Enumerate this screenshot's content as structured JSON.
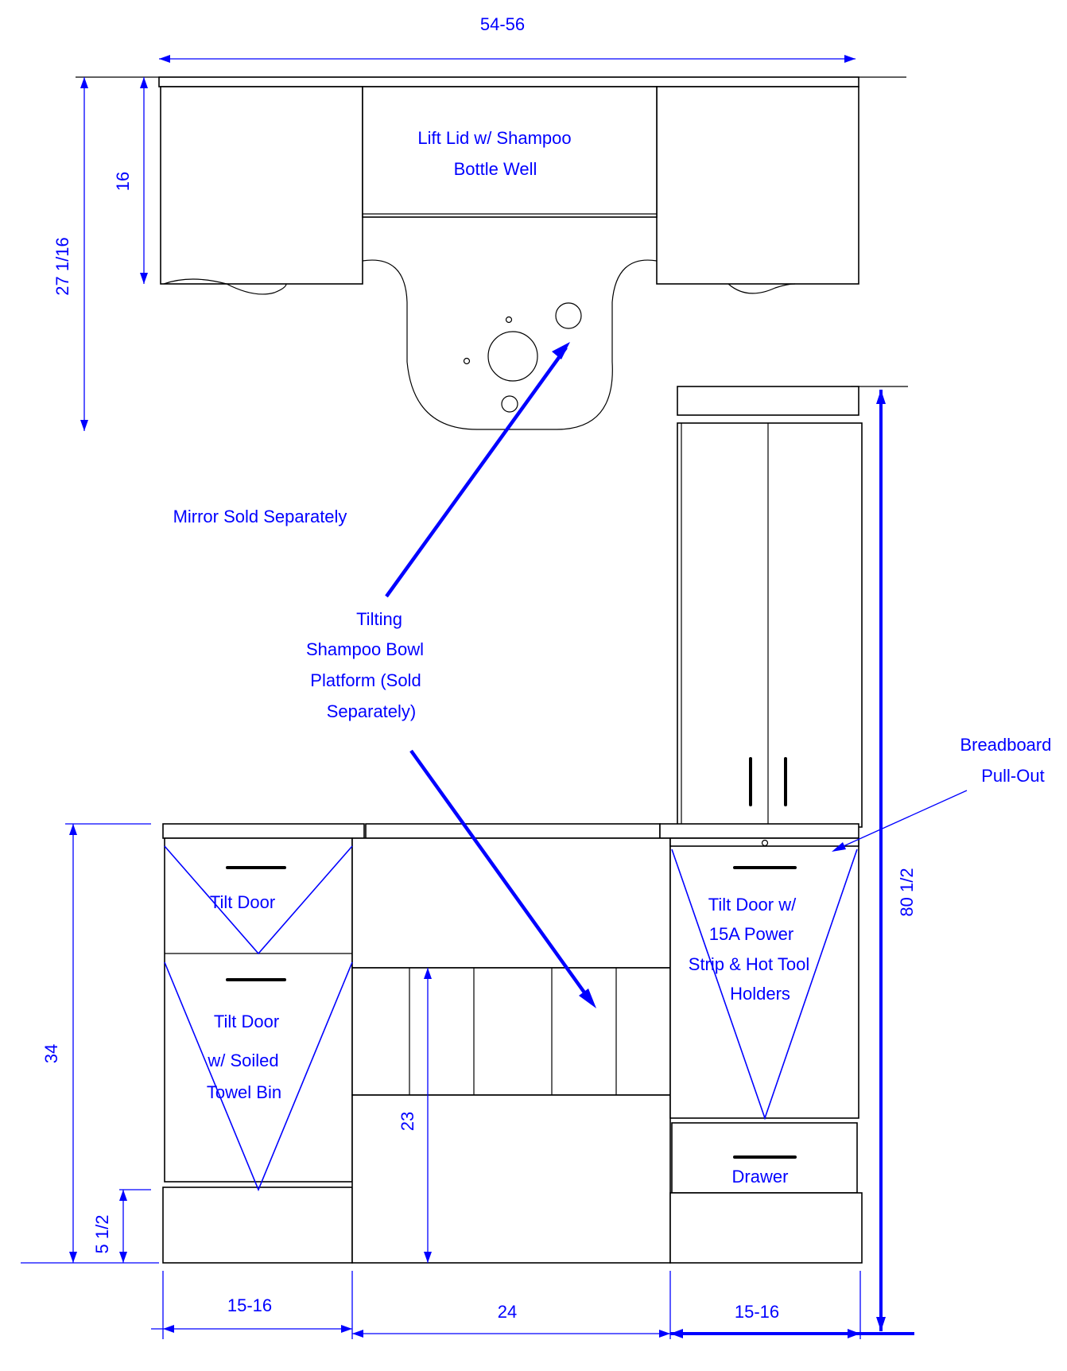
{
  "colors": {
    "annotation": "#0000ff",
    "linework": "#000000",
    "background": "#ffffff"
  },
  "dimensions": {
    "overall_width": "54-56",
    "upper_height": "27 1/16",
    "upper_cabinet_height": "16",
    "base_height": "34",
    "toe_kick": "5 1/2",
    "opening_height": "23",
    "tower_height": "80 1/2",
    "left_width": "15-16",
    "center_width": "24",
    "right_width": "15-16"
  },
  "labels": {
    "lift_lid_line1": "Lift Lid w/ Shampoo",
    "lift_lid_line2": "Bottle Well",
    "mirror": "Mirror Sold Separately",
    "tilting_line1": "Tilting",
    "tilting_line2": "Shampoo Bowl",
    "tilting_line3": "Platform (Sold",
    "tilting_line4": "Separately)",
    "breadboard_line1": "Breadboard",
    "breadboard_line2": "Pull-Out",
    "tilt_door_left_top": "Tilt Door",
    "tilt_door_left_line1": "Tilt Door",
    "tilt_door_left_line2": "w/ Soiled",
    "tilt_door_left_line3": "Towel Bin",
    "tilt_door_right_line1": "Tilt Door w/",
    "tilt_door_right_line2": "15A Power",
    "tilt_door_right_line3": "Strip & Hot Tool",
    "tilt_door_right_line4": "Holders",
    "drawer": "Drawer"
  },
  "icons": [
    "drawer-handle-icon",
    "arrowhead-icon"
  ]
}
